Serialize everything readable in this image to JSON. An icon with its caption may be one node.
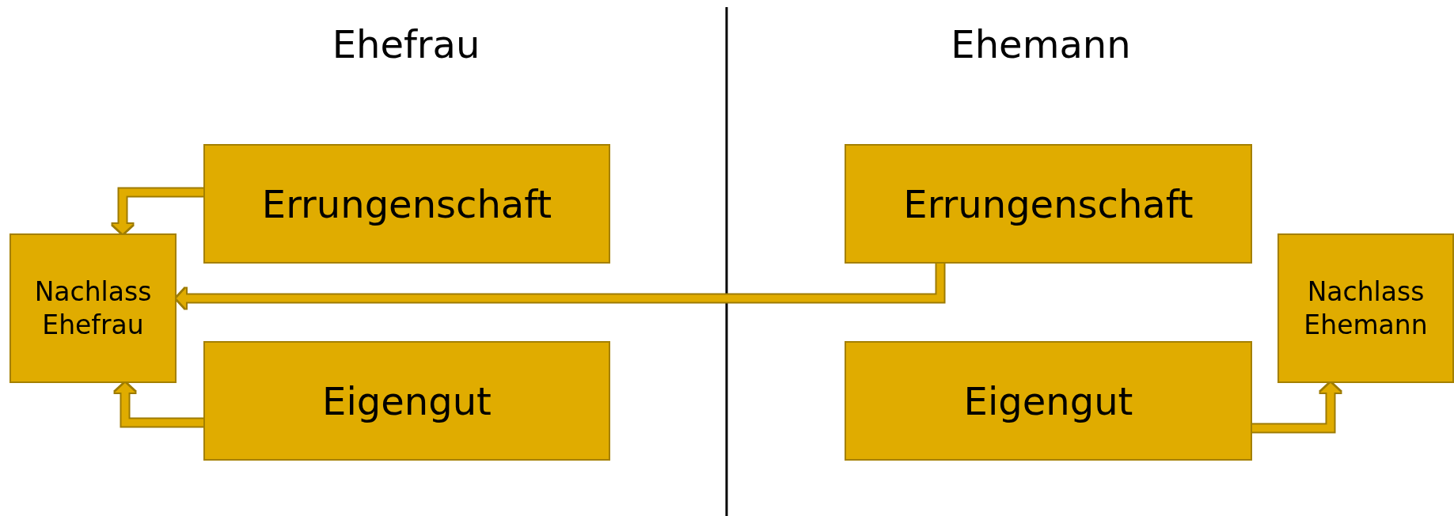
{
  "diagram": {
    "nodes": [
      {
        "text": [
          "Errungenschaft"
        ]
      },
      {
        "text": [
          "Nachlass Ehefrau"
        ]
      },
      {
        "text": [
          "Eigengut"
        ]
      },
      {
        "text": [
          "Errungenschaft"
        ]
      },
      {
        "text": [
          "Nachlass Ehemann"
        ]
      },
      {
        "text": [
          "Eigengut"
        ]
      }
    ],
    "edges": [
      {
        "from": 0,
        "to": 1,
        "arrow": "to"
      },
      {
        "from": 2,
        "to": 1,
        "arrow": "to"
      },
      {
        "from": 3,
        "to": 1,
        "arrow": "to"
      },
      {
        "from": 5,
        "to": 4,
        "arrow": "to"
      }
    ],
    "labels": [
      "Ehefrau",
      "Ehemann"
    ]
  }
}
